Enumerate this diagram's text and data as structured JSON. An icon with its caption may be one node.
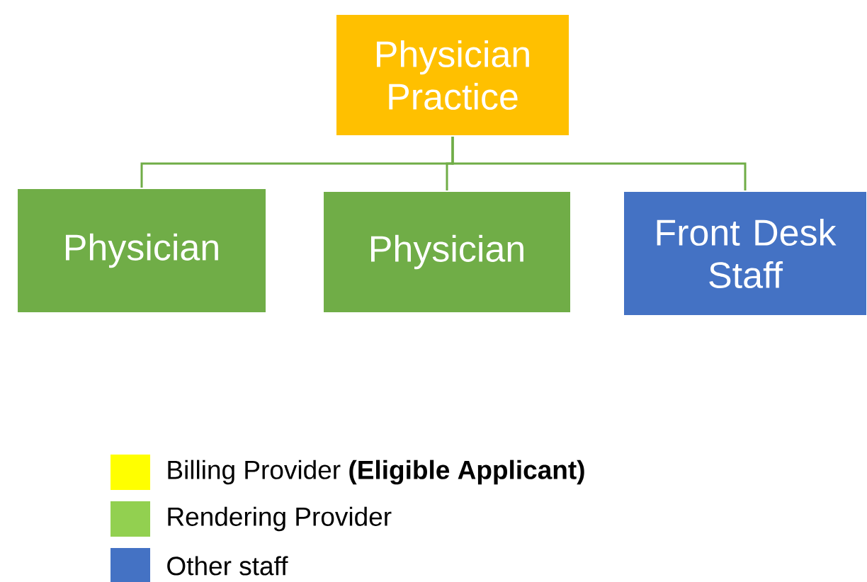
{
  "diagram": {
    "nodes": [
      {
        "text": [
          "Physician Practice"
        ]
      },
      {
        "text": [
          "Physician"
        ]
      },
      {
        "text": [
          "Physician"
        ]
      },
      {
        "text": [
          "Front Desk Staff"
        ]
      }
    ],
    "edges": [
      {
        "from": 0,
        "to": 1,
        "arrow": "none"
      },
      {
        "from": 0,
        "to": 2,
        "arrow": "none"
      },
      {
        "from": 0,
        "to": 3,
        "arrow": "none"
      }
    ],
    "legend": [
      {
        "text": "Billing Provider **(Eligible Applicant)**",
        "color": "#ffff00"
      },
      {
        "text": "Rendering Provider",
        "color": "#92d050"
      },
      {
        "text": "Other staff",
        "color": "#4472c4"
      }
    ]
  }
}
